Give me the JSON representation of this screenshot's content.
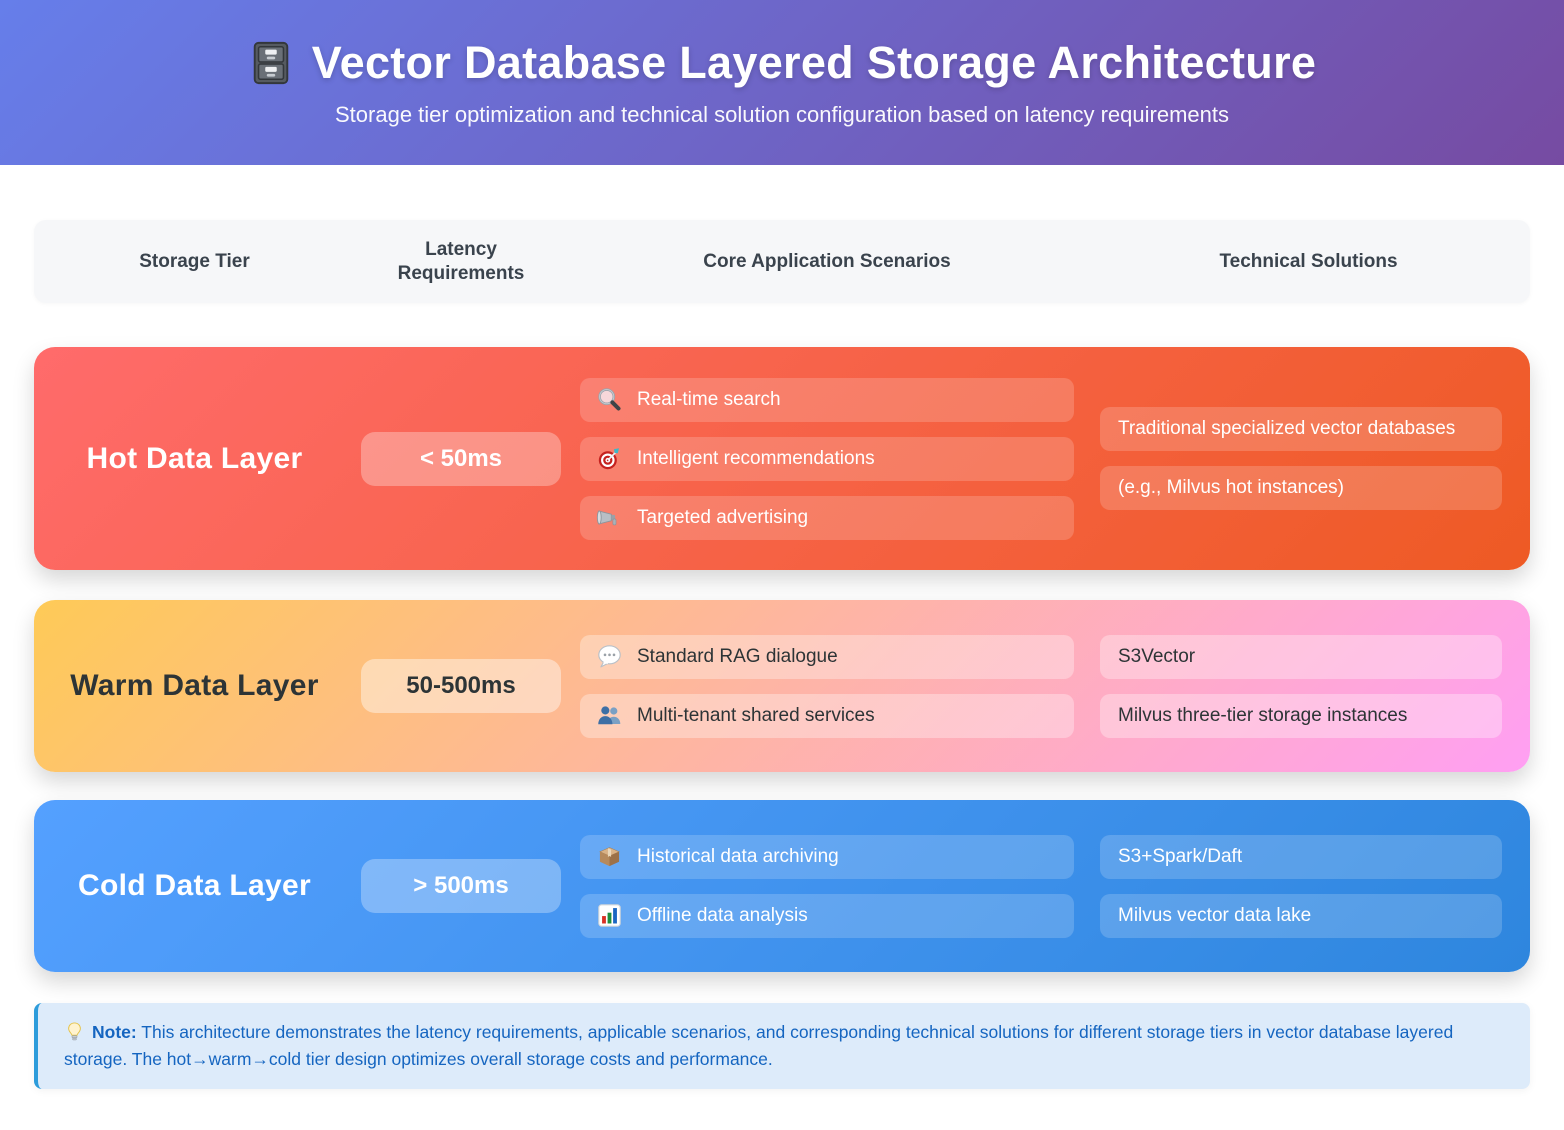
{
  "header": {
    "icon": "file-cabinet",
    "title": "Vector Database Layered Storage Architecture",
    "subtitle": "Storage tier optimization and technical solution configuration based on latency requirements",
    "gradient": [
      "#667eea",
      "#764ba2"
    ]
  },
  "columns": [
    "Storage Tier",
    "Latency Requirements",
    "Core Application Scenarios",
    "Technical Solutions"
  ],
  "tiers": [
    {
      "name": "Hot Data Layer",
      "latency": "< 50ms",
      "gradient": [
        "#ff6b6b",
        "#ee5a24"
      ],
      "text_color": "#ffffff",
      "scenarios": [
        {
          "icon": "magnifier",
          "label": "Real-time search"
        },
        {
          "icon": "target",
          "label": "Intelligent recommendations"
        },
        {
          "icon": "megaphone",
          "label": "Targeted advertising"
        }
      ],
      "solutions": [
        "Traditional specialized vector databases",
        "(e.g., Milvus hot instances)"
      ]
    },
    {
      "name": "Warm Data Layer",
      "latency": "50-500ms",
      "gradient": [
        "#feca57",
        "#ff9ff3"
      ],
      "text_color": "#2d3436",
      "scenarios": [
        {
          "icon": "speech-balloon",
          "label": "Standard RAG dialogue"
        },
        {
          "icon": "users",
          "label": "Multi-tenant shared services"
        }
      ],
      "solutions": [
        "S3Vector",
        "Milvus three-tier storage instances"
      ]
    },
    {
      "name": "Cold Data Layer",
      "latency": "> 500ms",
      "gradient": [
        "#54a0ff",
        "#2e86de"
      ],
      "text_color": "#ffffff",
      "scenarios": [
        {
          "icon": "package",
          "label": "Historical data archiving"
        },
        {
          "icon": "bar-chart",
          "label": "Offline data analysis"
        }
      ],
      "solutions": [
        "S3+Spark/Daft",
        "Milvus vector data lake"
      ]
    }
  ],
  "note": {
    "icon": "light-bulb",
    "label": "Note:",
    "text": "This architecture demonstrates the latency requirements, applicable scenarios, and corresponding technical solutions for different storage tiers in vector database layered storage. The hot→warm→cold tier design optimizes overall storage costs and performance.",
    "accent_color": "#2d9cdb",
    "text_color": "#1565c0"
  }
}
